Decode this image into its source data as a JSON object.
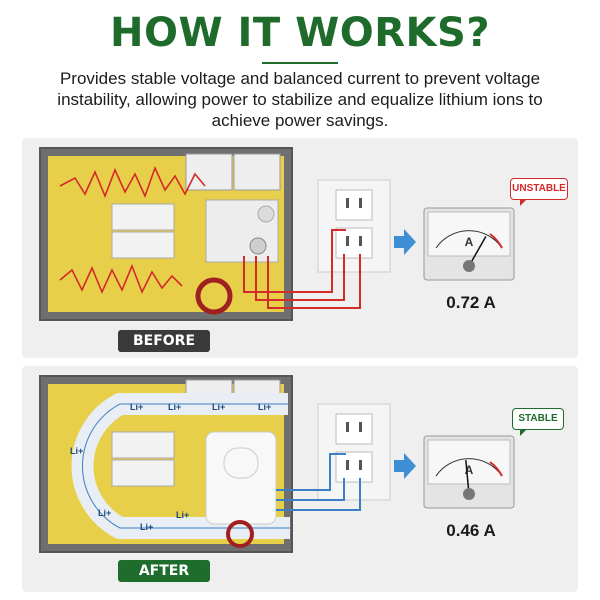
{
  "header": {
    "title": "HOW IT WORKS?",
    "description": "Provides stable voltage and balanced current to prevent voltage instability, allowing power to stabilize and equalize lithium ions to achieve power savings."
  },
  "before": {
    "label": "BEFORE",
    "reading": "0.72 A",
    "status": "UNSTABLE",
    "meter_fraction": 0.72
  },
  "after": {
    "label": "AFTER",
    "reading": "0.46 A",
    "status": "STABLE",
    "meter_fraction": 0.46,
    "ion_labels": [
      "Li+",
      "Li+",
      "Li+",
      "Li+",
      "Li+",
      "Li+",
      "Li+",
      "Li+"
    ]
  },
  "meter": {
    "unit": "A"
  },
  "colors": {
    "title_green": "#1f6b2c",
    "unstable_red": "#d42a2a",
    "stable_green": "#1f6b2c",
    "arrow_blue": "#3d8fd6",
    "wire_red": "#d42a2a",
    "wire_blue": "#3d7fc4",
    "board_yellow": "#e8cf4a"
  }
}
